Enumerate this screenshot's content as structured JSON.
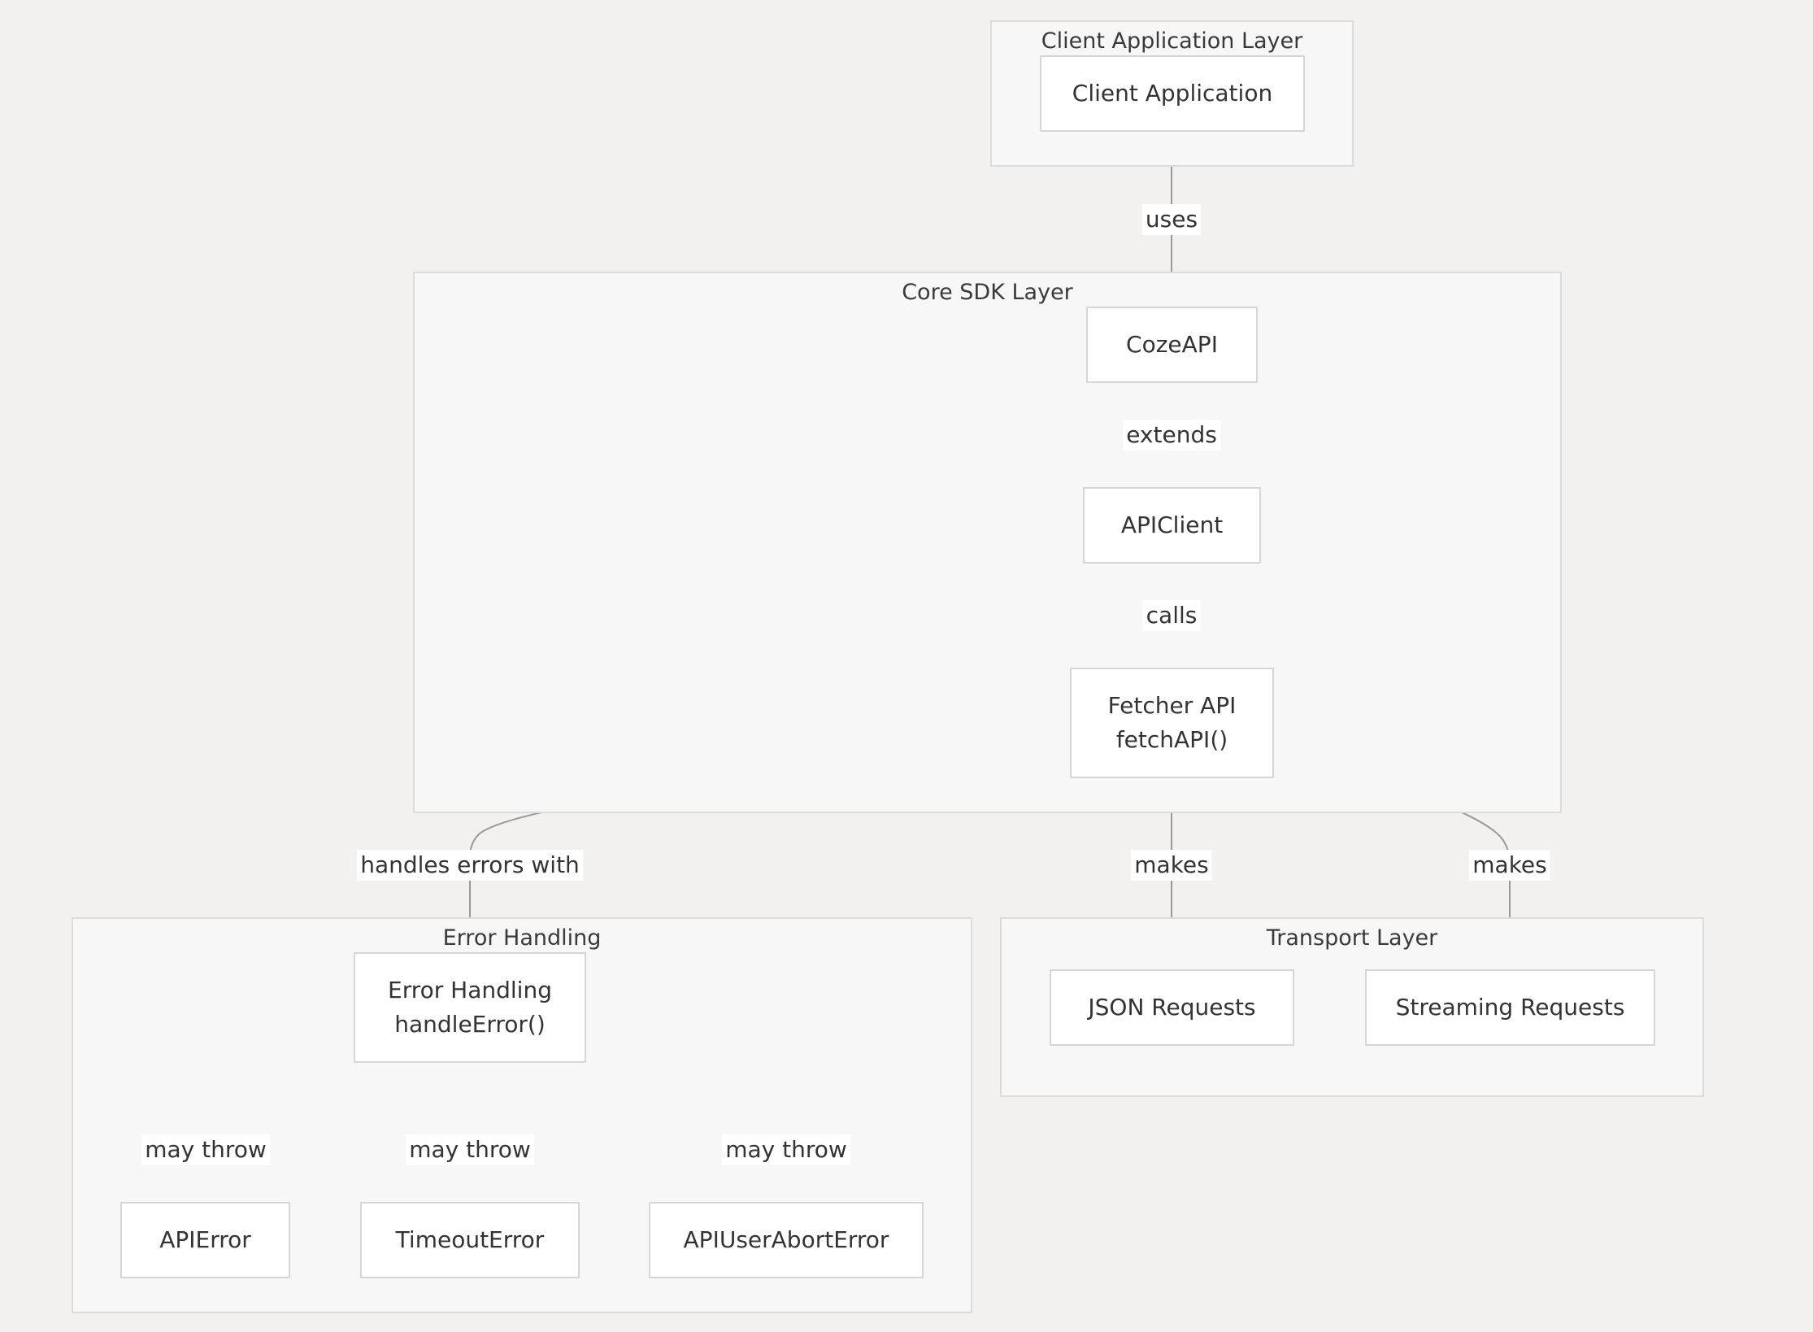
{
  "colors": {
    "background": "#f2f1ef",
    "group_fill": "#f7f7f7",
    "node_fill": "#ffffff",
    "edge": "#999999"
  },
  "groups": {
    "client": "Client Application Layer",
    "core": "Core SDK Layer",
    "error": "Error Handling",
    "transport": "Transport Layer"
  },
  "nodes": {
    "client_app": "Client Application",
    "coze_api": "CozeAPI",
    "api_client": "APIClient",
    "fetcher": {
      "line1": "Fetcher API",
      "line2": "fetchAPI()"
    },
    "error_handling": {
      "line1": "Error Handling",
      "line2": "handleError()"
    },
    "json_requests": "JSON Requests",
    "streaming_requests": "Streaming Requests",
    "api_error": "APIError",
    "timeout_error": "TimeoutError",
    "abort_error": "APIUserAbortError"
  },
  "edges": [
    {
      "from": "client_app",
      "to": "coze_api",
      "label": "uses"
    },
    {
      "from": "coze_api",
      "to": "api_client",
      "label": "extends"
    },
    {
      "from": "api_client",
      "to": "fetcher",
      "label": "calls"
    },
    {
      "from": "fetcher",
      "to": "error_handling",
      "label": "handles errors with"
    },
    {
      "from": "fetcher",
      "to": "json_requests",
      "label": "makes"
    },
    {
      "from": "fetcher",
      "to": "streaming_requests",
      "label": "makes"
    },
    {
      "from": "error_handling",
      "to": "api_error",
      "label": "may throw"
    },
    {
      "from": "error_handling",
      "to": "timeout_error",
      "label": "may throw"
    },
    {
      "from": "error_handling",
      "to": "abort_error",
      "label": "may throw"
    }
  ]
}
